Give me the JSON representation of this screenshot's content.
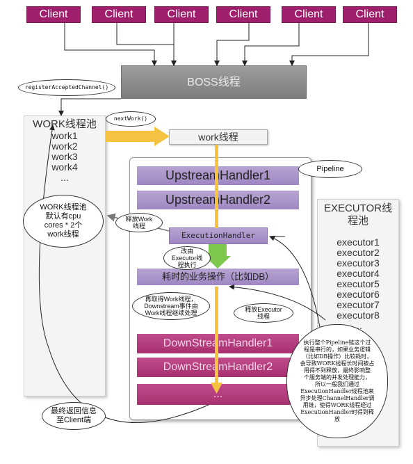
{
  "clients": [
    "Client",
    "Client",
    "Client",
    "Client",
    "Client",
    "Client"
  ],
  "boss": "BOSS线程",
  "work_pool": {
    "title": "WORK线程池",
    "items": [
      "work1",
      "work2",
      "work3",
      "work4",
      "..."
    ]
  },
  "work_thread": "work线程",
  "pipeline_label": "Pipeline",
  "pipeline": {
    "upstream1": "UpstreamHandler1",
    "upstream2": "UpstreamHandler2",
    "execution_handler": "ExecutionHandler",
    "business_op": "耗时的业务操作（比如DB）",
    "downstream1": "DownStreamHandler1",
    "downstream2": "DownStreamHandler2",
    "more": "..."
  },
  "executor_pool": {
    "title_line1": "EXECUTOR线",
    "title_line2": "程池",
    "items": [
      "executor1",
      "executor2",
      "executor3",
      "executor4",
      "executor5",
      "executor6",
      "executor7",
      "executor8",
      "..."
    ]
  },
  "bubbles": {
    "register": "registerAcceptedChannel()",
    "next_work": "nextWork()",
    "work_pool_note": [
      "WORK线程池",
      "默认有cpu",
      "cores * 2个",
      "work线程"
    ],
    "release_work": [
      "释放Work",
      "线程"
    ],
    "change_executor": [
      "改由",
      "Executor线",
      "程执行"
    ],
    "reacquire": [
      "再取得Work线程，",
      "Downstream事件由",
      "Work线程继续处理"
    ],
    "release_executor": [
      "释放Executor",
      "线程"
    ],
    "final_return": [
      "最终返回信息",
      "至Client端"
    ],
    "explanation": [
      "执行整个Pipeline链这个过",
      "程是串行的，如果业务逻辑",
      "（比如DB操作）比较耗时，",
      "会导致WORK线程长时间被占",
      "用得不到释放，最终影响整",
      "个服务端的并发处理能力，",
      "所以一般我们通过",
      "ExecutionHandler线程池来",
      "异步处理ChannelHandler调",
      "用链，使得WORK线程经过",
      "ExecutionHandler时得到释",
      "放"
    ]
  },
  "colors": {
    "client": "#a01f6c",
    "boss": "#8a8a8a",
    "upstream": "#a993c8",
    "downstream": "#b03a7a",
    "flow_arrow": "#f5c242"
  }
}
